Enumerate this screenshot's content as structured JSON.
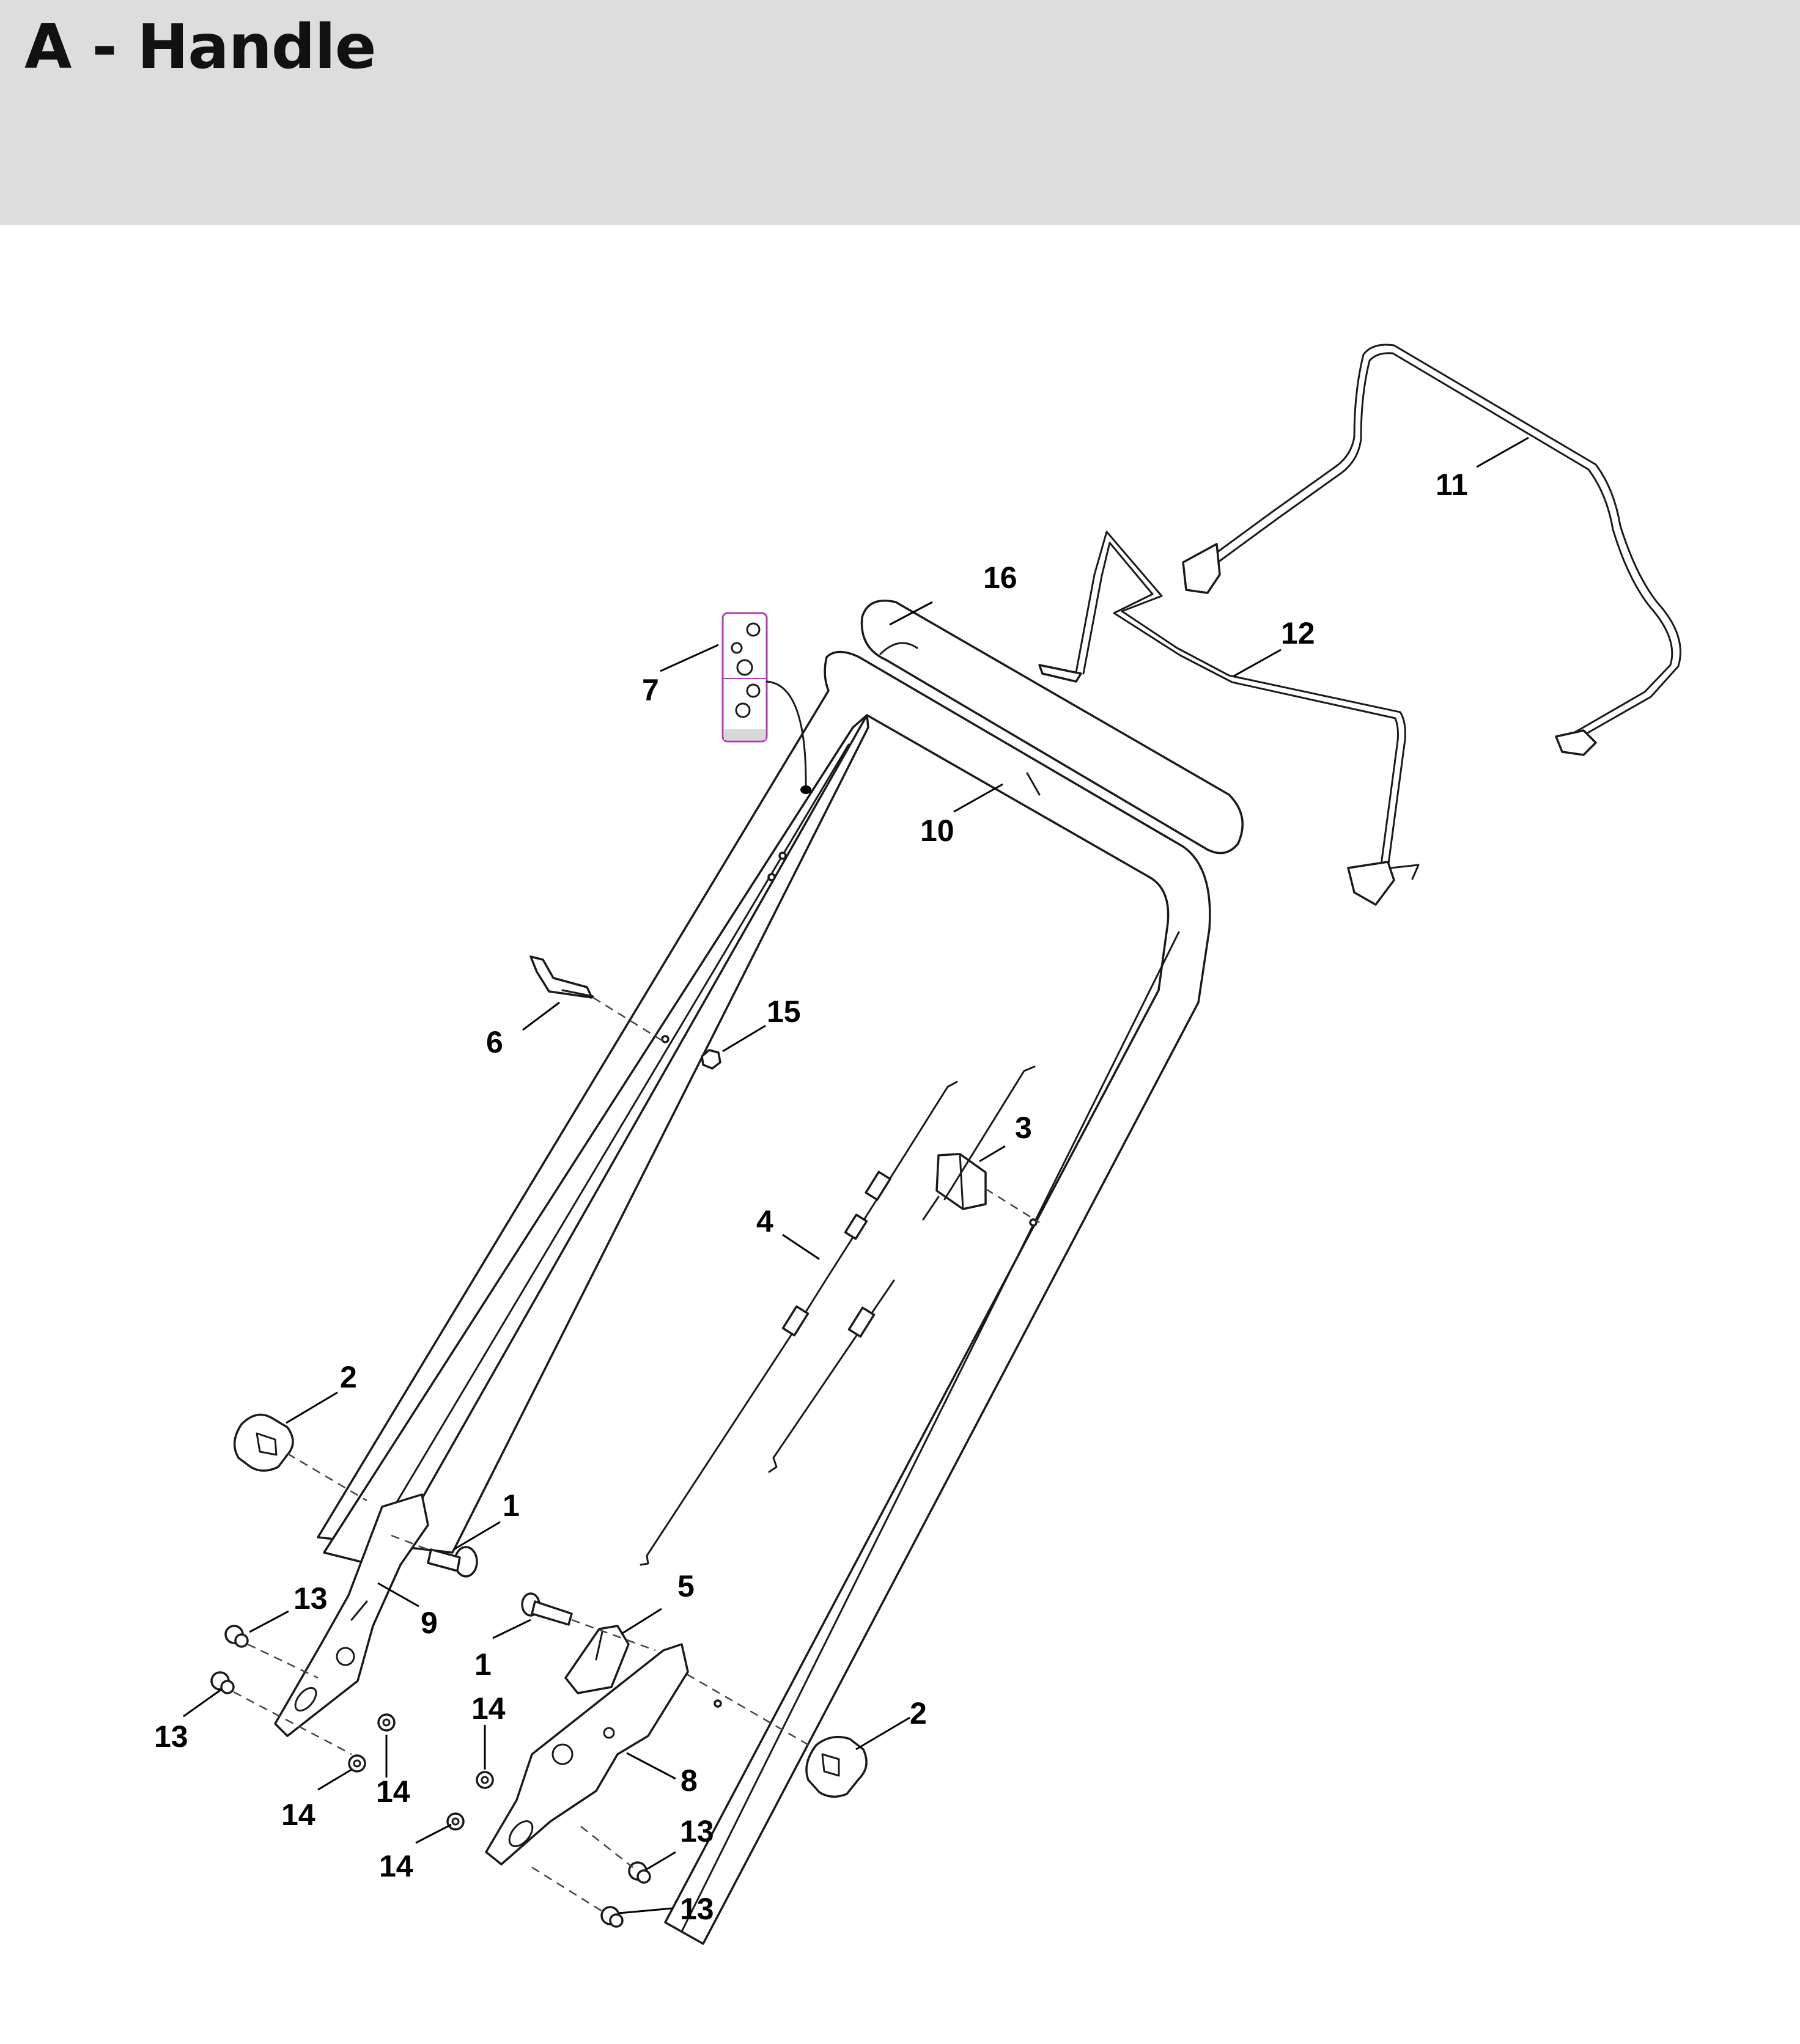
{
  "header": {
    "title": "A - Handle"
  },
  "diagram": {
    "callouts": [
      {
        "id": "c1a",
        "label": "1"
      },
      {
        "id": "c1b",
        "label": "1"
      },
      {
        "id": "c2a",
        "label": "2"
      },
      {
        "id": "c2b",
        "label": "2"
      },
      {
        "id": "c3",
        "label": "3"
      },
      {
        "id": "c4",
        "label": "4"
      },
      {
        "id": "c5",
        "label": "5"
      },
      {
        "id": "c6",
        "label": "6"
      },
      {
        "id": "c7",
        "label": "7"
      },
      {
        "id": "c8",
        "label": "8"
      },
      {
        "id": "c9",
        "label": "9"
      },
      {
        "id": "c10",
        "label": "10"
      },
      {
        "id": "c11",
        "label": "11"
      },
      {
        "id": "c12",
        "label": "12"
      },
      {
        "id": "c13a",
        "label": "13"
      },
      {
        "id": "c13b",
        "label": "13"
      },
      {
        "id": "c13c",
        "label": "13"
      },
      {
        "id": "c13d",
        "label": "13"
      },
      {
        "id": "c14a",
        "label": "14"
      },
      {
        "id": "c14b",
        "label": "14"
      },
      {
        "id": "c14c",
        "label": "14"
      },
      {
        "id": "c14d",
        "label": "14"
      },
      {
        "id": "c15",
        "label": "15"
      },
      {
        "id": "c16",
        "label": "16"
      }
    ]
  }
}
